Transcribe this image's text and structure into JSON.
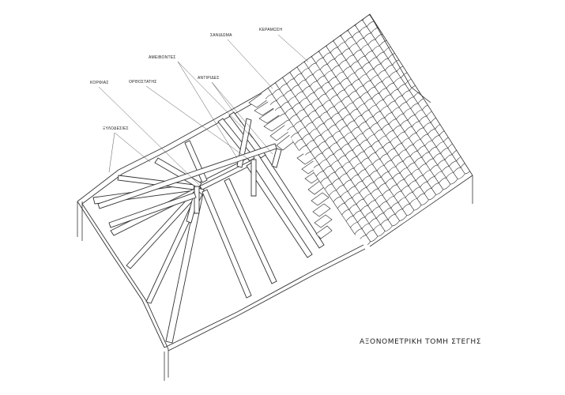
{
  "labels": {
    "keramosi": "ΚΕΡΑΜΩΣΗ",
    "sanidoma": "ΣΑΝΙΔΩΜΑ",
    "ameivontes": "ΑΜΕΙΒΟΝΤΕΣ",
    "antirides": "ΑΝΤΙΡΙΔΕΣ",
    "korfias": "ΚΟΡΦΙΑΣ",
    "orthostatis": "ΟΡΘΟΣΤΑΤΗΣ",
    "xylodesies": "ΞΥΛΟΔΕΣΙΕΣ"
  },
  "caption": "ΑΞΟΝΟΜΕΤΡΙΚΗ  ΤΟΜΗ ΣΤΕΓΗΣ",
  "colors": {
    "line": "#333333",
    "tile_fill": "#ffffff",
    "background": "#ffffff"
  }
}
